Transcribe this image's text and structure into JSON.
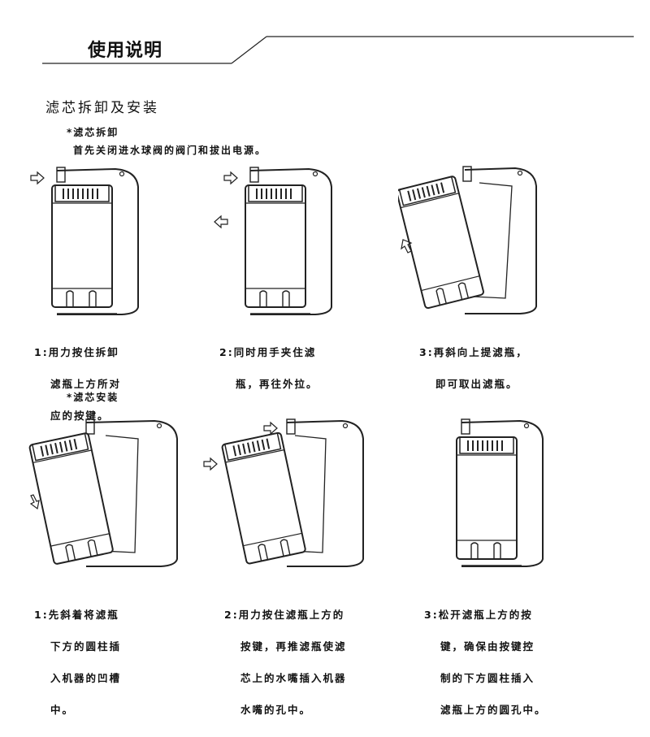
{
  "header": {
    "title": "使用说明"
  },
  "section": {
    "title": "滤芯拆卸及安装"
  },
  "removal": {
    "subtitle": "*滤芯拆卸",
    "intro": "首先关闭进水球阀的阀门和拔出电源。",
    "steps": [
      {
        "num": "1:",
        "lines": [
          "用力按住拆卸",
          "滤瓶上方所对",
          "应的按键。"
        ]
      },
      {
        "num": "2:",
        "lines": [
          "同时用手夹住滤",
          "瓶，再往外拉。"
        ]
      },
      {
        "num": "3:",
        "lines": [
          "再斜向上提滤瓶，",
          "即可取出滤瓶。"
        ]
      }
    ]
  },
  "install": {
    "subtitle": "*滤芯安装",
    "steps": [
      {
        "num": "1:",
        "lines": [
          "先斜着将滤瓶",
          "下方的圆柱插",
          "入机器的凹槽",
          "中。"
        ]
      },
      {
        "num": "2:",
        "lines": [
          "用力按住滤瓶上方的",
          "按键，再推滤瓶使滤",
          "芯上的水嘴插入机器",
          "水嘴的孔中。"
        ]
      },
      {
        "num": "3:",
        "lines": [
          "松开滤瓶上方的按",
          "键，确保由按键控",
          "制的下方圆柱插入",
          "滤瓶上方的圆孔中。"
        ]
      }
    ]
  }
}
